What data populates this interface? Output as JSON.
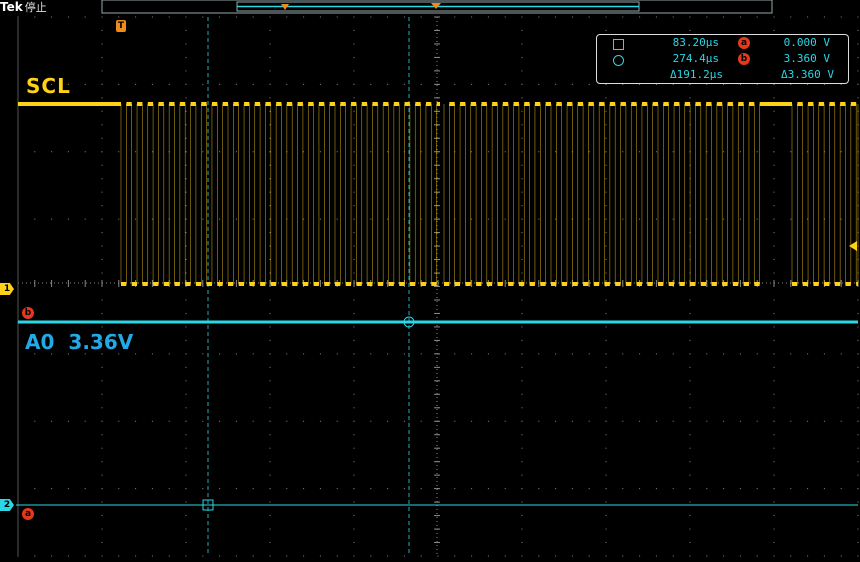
{
  "header": {
    "brand": "Tek",
    "status": "停止"
  },
  "channels": {
    "ch1": {
      "label": "SCL",
      "marker": "1",
      "color": "#ffd21a"
    },
    "ch2": {
      "label": "A0",
      "value": "3.36V",
      "marker": "2",
      "color": "#2ad7e6"
    }
  },
  "trigger": {
    "marker": "T"
  },
  "cursors": {
    "a_symbol": "a",
    "b_symbol": "b",
    "time_a": "83.20µs",
    "time_b": "274.4µs",
    "time_delta": "Δ191.2µs",
    "volt_a": "0.000 V",
    "volt_b": "3.360 V",
    "volt_delta": "Δ3.360 V"
  },
  "colors": {
    "grid": "#8a8a8a",
    "ch1": "#ffd21a",
    "ch2": "#2ad7e6",
    "cursor": "#e8381c",
    "trigger": "#f08a1a"
  }
}
